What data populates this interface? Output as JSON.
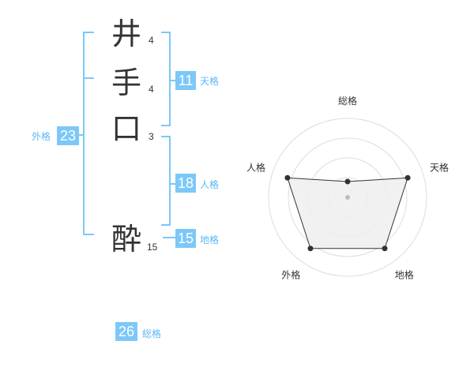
{
  "name": {
    "chars": [
      {
        "char": "井",
        "strokes": "4"
      },
      {
        "char": "手",
        "strokes": "4"
      },
      {
        "char": "口",
        "strokes": "3"
      },
      {
        "char": "酔",
        "strokes": "15"
      }
    ]
  },
  "fortunes": {
    "tenkaku": {
      "label": "天格",
      "value": "11"
    },
    "jinkaku": {
      "label": "人格",
      "value": "18"
    },
    "chikaku": {
      "label": "地格",
      "value": "15"
    },
    "gaikaku": {
      "label": "外格",
      "value": "23"
    },
    "soukaku": {
      "label": "総格",
      "value": "26"
    }
  },
  "chart_data": {
    "type": "radar",
    "axes": [
      "総格",
      "天格",
      "地格",
      "外格",
      "人格"
    ],
    "values": [
      0.2,
      0.8,
      0.8,
      0.8,
      0.8
    ],
    "rings": 4,
    "grid": true,
    "colors": {
      "fill": "#efefef",
      "stroke": "#333333",
      "grid": "#dddddd",
      "point": "#333333",
      "center": "#bbbbbb"
    }
  },
  "colors": {
    "accent": "#7cc8f8",
    "label": "#5bb8f5"
  }
}
